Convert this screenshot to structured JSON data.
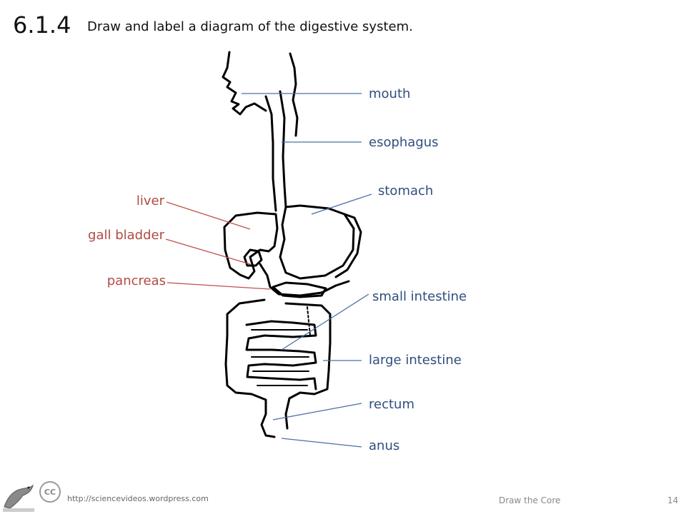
{
  "slide": {
    "number": "6.1.4",
    "title": "Draw and label a diagram of the digestive system."
  },
  "labels": {
    "mouth": "mouth",
    "esophagus": "esophagus",
    "stomach": "stomach",
    "liver": "liver",
    "gall_bladder": "gall bladder",
    "pancreas": "pancreas",
    "small_intestine": "small intestine",
    "large_intestine": "large intestine",
    "rectum": "rectum",
    "anus": "anus"
  },
  "footer": {
    "url": "http://sciencevideos.wordpress.com",
    "center": "Draw the Core",
    "page": "14",
    "cc": "CC"
  },
  "colors": {
    "right_labels": "#2f4f7f",
    "left_labels": "#b04a44",
    "right_lines": "#4a6fa5",
    "left_lines": "#c0504d"
  }
}
